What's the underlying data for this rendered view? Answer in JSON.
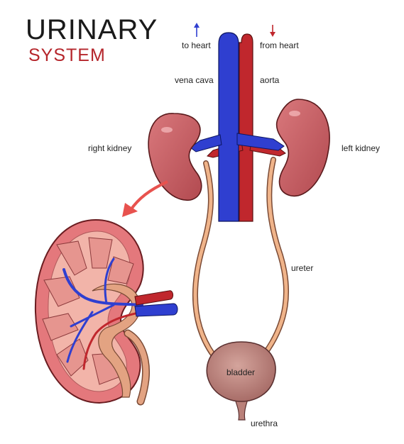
{
  "title": {
    "main": "URINARY",
    "sub": "SYSTEM"
  },
  "labels": {
    "to_heart": "to heart",
    "from_heart": "from heart",
    "vena_cava": "vena cava",
    "aorta": "aorta",
    "right_kidney": "right kidney",
    "left_kidney": "left kidney",
    "ureter": "ureter",
    "bladder": "bladder",
    "urethra": "urethra"
  },
  "colors": {
    "title_accent": "#b5252b",
    "vein": "#2f3fd0",
    "artery": "#c0272d",
    "kidney": "#c25a5f",
    "ureter": "#f0b48a",
    "bladder": "#b98079"
  }
}
